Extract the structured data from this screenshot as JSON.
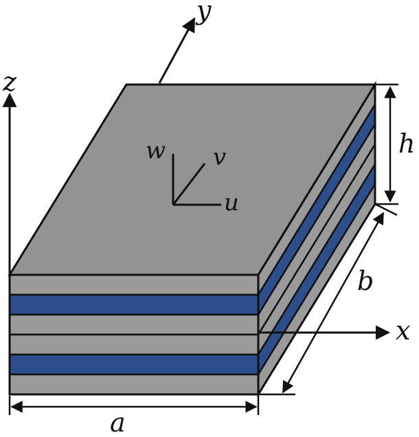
{
  "labels": {
    "y_axis": "y",
    "z_axis": "z",
    "x_axis": "x",
    "w_disp": "w",
    "v_disp": "v",
    "u_disp": "u",
    "height": "h",
    "width_b": "b",
    "length_a": "a"
  },
  "colors": {
    "gray_layer": "#9a9a9a",
    "top_face": "#939393",
    "blue_layer": "#2d4e8c",
    "edge": "#111111"
  },
  "layers": [
    "gray",
    "blue",
    "gray",
    "gray",
    "blue",
    "gray"
  ]
}
